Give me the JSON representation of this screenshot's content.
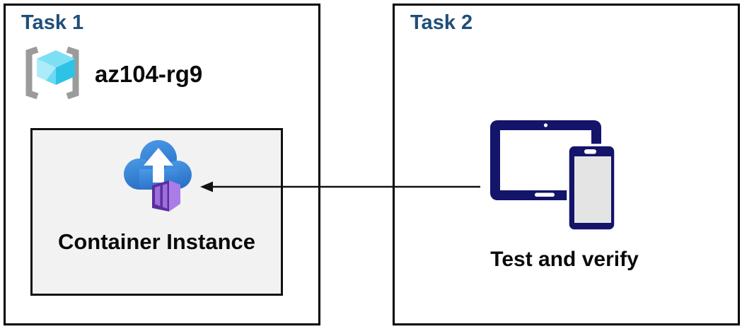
{
  "task1": {
    "title": "Task 1",
    "resource_group_name": "az104-rg9",
    "container_box": {
      "label": "Container Instance"
    }
  },
  "task2": {
    "title": "Task 2",
    "caption": "Test and verify"
  },
  "icons": {
    "resource_group": "resource-group-icon",
    "container_instance": "container-instance-icon",
    "devices": "tablet-phone-icon",
    "connector": "arrow-left-connector"
  },
  "colors": {
    "title_blue": "#1F4E79",
    "border_black": "#000000",
    "container_box_bg": "#F2F2F2",
    "device_navy": "#14146B",
    "device_screen_gray": "#E4E4E4",
    "cloud_blue_light": "#4C9BE8",
    "cloud_blue_dark": "#2B72C8",
    "container_purple_dark": "#5B2EA0",
    "container_purple_side": "#A97CE8",
    "container_purple_top": "#B892F2",
    "container_door_panel": "#9C6FD9",
    "cube_cyan_top": "#7EDFF4",
    "cube_cyan_left": "#ADEBF9",
    "cube_cyan_right": "#2EC2E6",
    "bracket_gray": "#9B9B9B",
    "arrow_black": "#111111"
  }
}
